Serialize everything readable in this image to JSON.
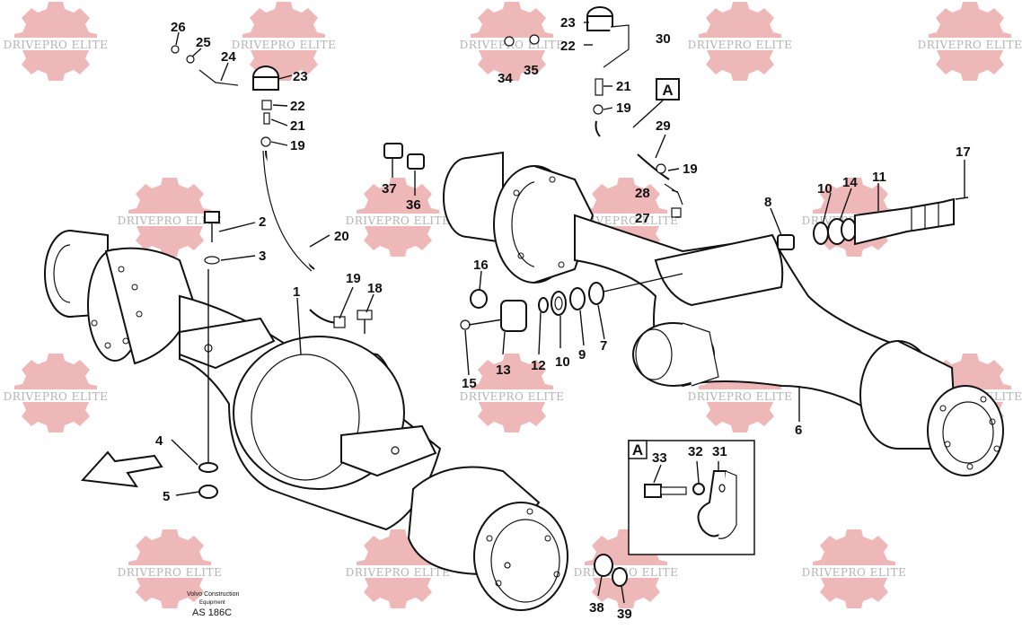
{
  "watermark": {
    "text": "DRIVEPRO ELITE",
    "color": "#e88a8a"
  },
  "caption": {
    "line1": "Volvo Construction",
    "line2": "Equipment",
    "code": "AS 186C"
  },
  "callout_box": {
    "letter": "A"
  },
  "detail_box": {
    "letter": "A"
  },
  "labels": [
    "26",
    "25",
    "24",
    "23",
    "22",
    "21",
    "19",
    "23",
    "22",
    "30",
    "34",
    "35",
    "21",
    "19",
    "29",
    "19",
    "17",
    "2",
    "20",
    "3",
    "1",
    "19",
    "18",
    "37",
    "36",
    "28",
    "27",
    "8",
    "10",
    "14",
    "11",
    "16",
    "13",
    "12",
    "15",
    "10",
    "9",
    "7",
    "6",
    "4",
    "5",
    "33",
    "32",
    "31",
    "38",
    "39"
  ]
}
